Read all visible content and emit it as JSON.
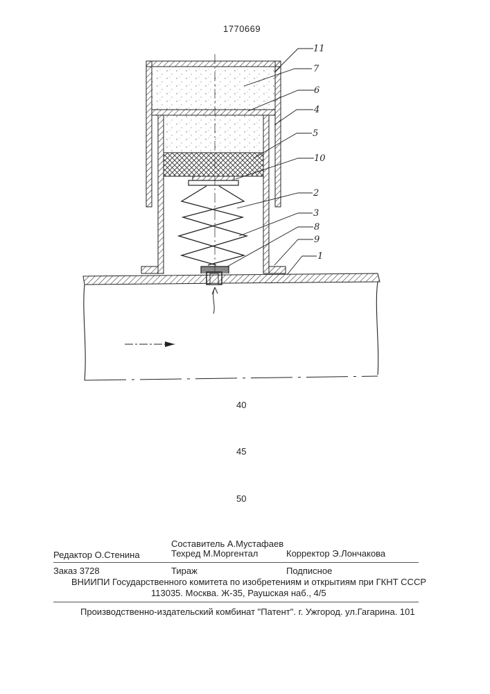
{
  "patent_number": "1770669",
  "drawing": {
    "labels": {
      "l11": "11",
      "l7": "7",
      "l6": "6",
      "l4": "4",
      "l5": "5",
      "l10": "10",
      "l2": "2",
      "l3": "3",
      "l8": "8",
      "l9": "9",
      "l1": "1"
    }
  },
  "line_numbers": [
    "40",
    "45",
    "50"
  ],
  "footer": {
    "compiler": "Составитель А.Мустафаев",
    "editor": "Редактор О.Стенина",
    "techred": "Техред М.Моргентал",
    "corrector": "Корректор  Э.Лончакова",
    "order": "Заказ 3728",
    "circulation": "Тираж",
    "subscription": "Подписное",
    "institute": "ВНИИПИ Государственного комитета по изобретениям и открытиям при ГКНТ СССР",
    "address": "113035. Москва. Ж-35, Раушская наб., 4/5",
    "publisher": "Производственно-издательский комбинат \"Патент\". г. Ужгород. ул.Гагарина. 101"
  }
}
